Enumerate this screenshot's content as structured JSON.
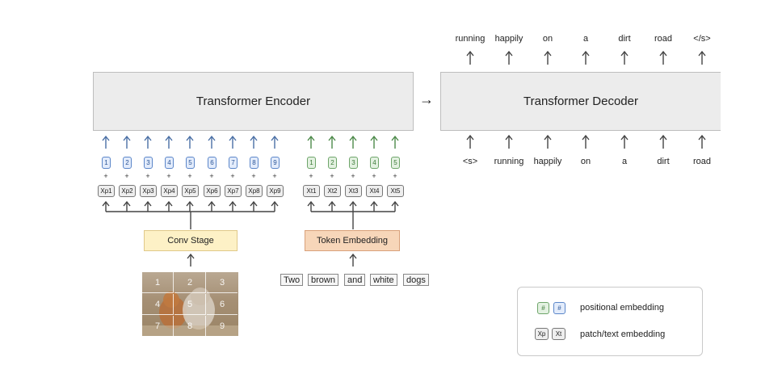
{
  "encoder": {
    "label": "Transformer Encoder"
  },
  "decoder": {
    "label": "Transformer Decoder"
  },
  "arrow_right": "→",
  "decoder_outputs": [
    "running",
    "happily",
    "on",
    "a",
    "dirt",
    "road",
    "</s>"
  ],
  "decoder_inputs": [
    "<s>",
    "running",
    "happily",
    "on",
    "a",
    "dirt",
    "road"
  ],
  "patch_positions": [
    "1",
    "2",
    "3",
    "4",
    "5",
    "6",
    "7",
    "8",
    "9"
  ],
  "patch_embeddings": [
    "Xp1",
    "Xp2",
    "Xp3",
    "Xp4",
    "Xp5",
    "Xp6",
    "Xp7",
    "Xp8",
    "Xp9"
  ],
  "text_positions": [
    "1",
    "2",
    "3",
    "4",
    "5"
  ],
  "text_embeddings": [
    "Xt1",
    "Xt2",
    "Xt3",
    "Xt4",
    "Xt5"
  ],
  "plus": "+",
  "conv_stage": "Conv Stage",
  "token_embedding": "Token Embedding",
  "words": [
    "Two",
    "brown",
    "and",
    "white",
    "dogs"
  ],
  "image_grid": [
    "1",
    "2",
    "3",
    "4",
    "5",
    "6",
    "7",
    "8",
    "9"
  ],
  "legend": {
    "pos_green": "#",
    "pos_blue": "#",
    "pos_label": "positional embedding",
    "xp": "Xp",
    "xt": "Xt",
    "emb_label": "patch/text embedding"
  },
  "colors": {
    "blue_arrow": "#4a6fa5",
    "green_arrow": "#4d8a4a",
    "gray_arrow": "#444444",
    "conv_fill": "#fdf1c6",
    "conv_border": "#e0c989",
    "tok_fill": "#f7d6b9",
    "tok_border": "#d9a17a"
  }
}
